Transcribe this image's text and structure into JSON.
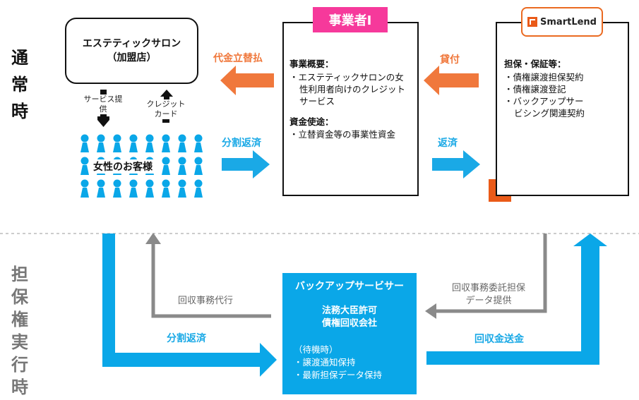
{
  "side_labels": {
    "normal": [
      "通",
      "常",
      "時"
    ],
    "enforcement": [
      "担",
      "保",
      "権",
      "実",
      "行",
      "時"
    ]
  },
  "salon": {
    "name": "エステティックサロン",
    "sub": "（加盟店）"
  },
  "operator": {
    "tag": "事業者I",
    "overview_heading": "事業概要：",
    "overview_items": [
      "エステティックサロンの女性利用者向けのクレジットサービス"
    ],
    "funds_heading": "資金使途：",
    "funds_items": [
      "立替資金等の事業性資金"
    ]
  },
  "smartlend": {
    "logo_text": "SmartLend",
    "heading": "担保・保証等：",
    "items": [
      "債権譲渡担保契約",
      "債権譲渡登記",
      "バックアップサービシング関連契約"
    ]
  },
  "customers": {
    "label": "女性のお客様"
  },
  "arrow_labels": {
    "advance_payment": "代金立替払",
    "loan": "貸付",
    "installment_repay_top": "分割返済",
    "repay": "返済",
    "service_provide": "サービス提供",
    "credit_card": "クレジットカード",
    "collection_agency": "回収事務代行",
    "collection_consign": "回収事務委託担保データ提供",
    "installment_repay_bottom": "分割返済",
    "collection_remit": "回収金送金"
  },
  "backup": {
    "title": "バックアップサービサー",
    "license_1": "法務大臣許可",
    "license_2": "債権回収会社",
    "standby": "（待機時）",
    "items": [
      "譲渡通知保持",
      "最新担保データ保持"
    ]
  },
  "colors": {
    "orange": "#f0783c",
    "blue": "#0aa7e8",
    "pink": "#f6399b",
    "gray": "#8a8a8a"
  }
}
